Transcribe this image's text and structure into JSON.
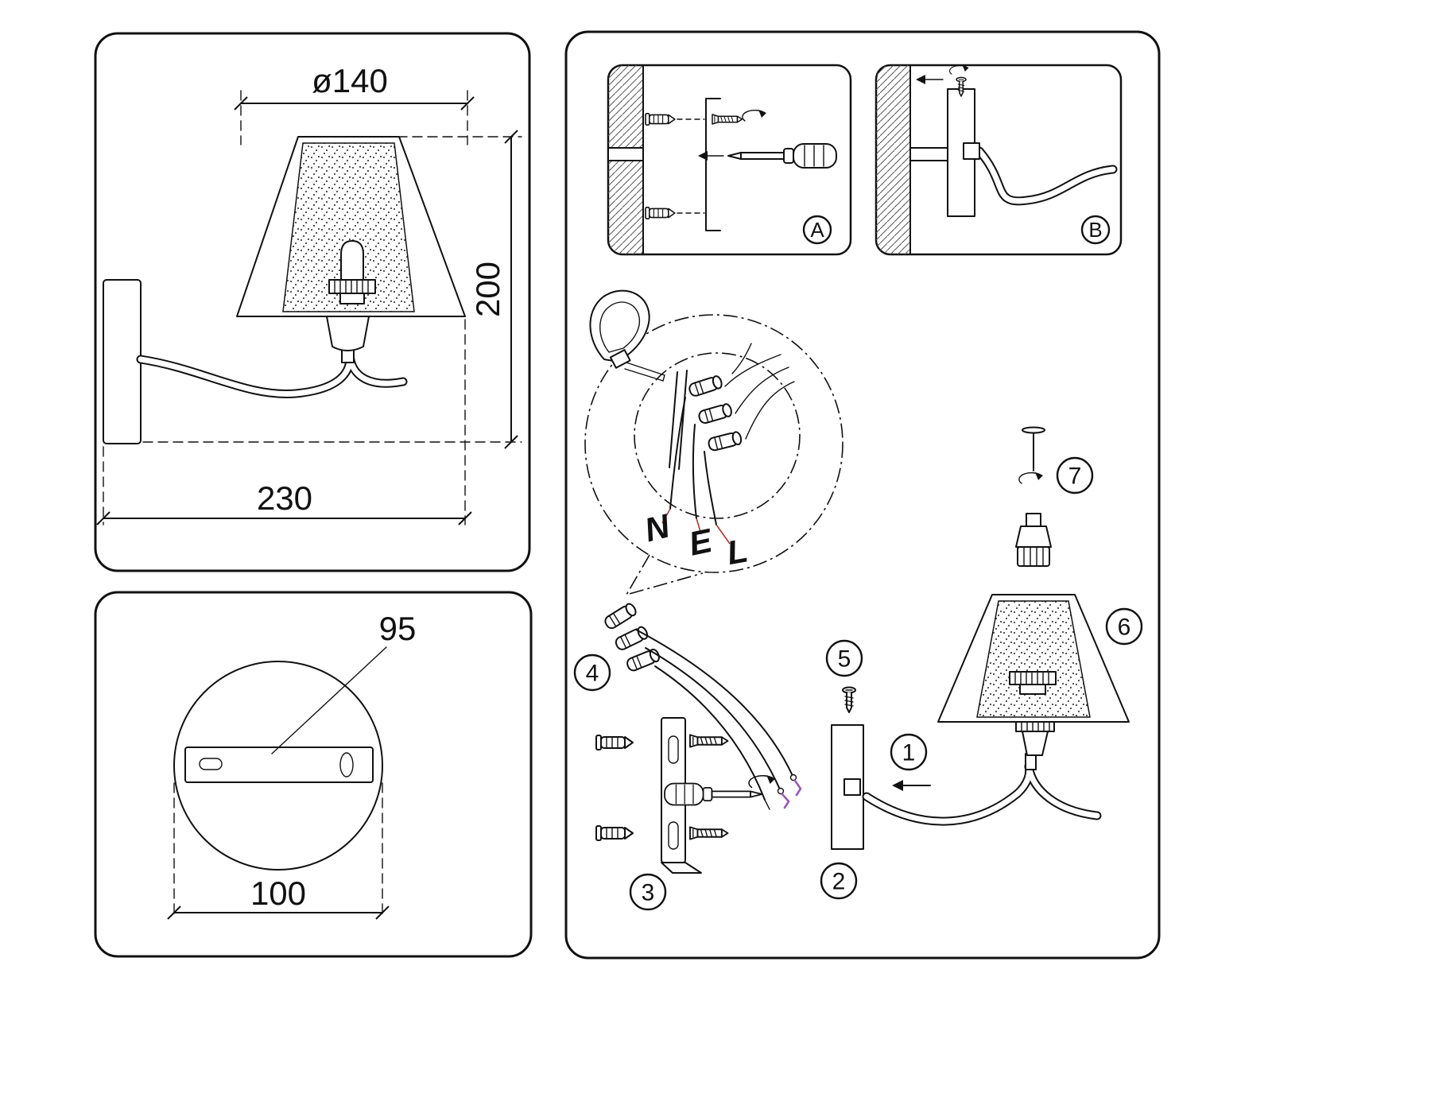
{
  "side_view": {
    "diameter": "ø140",
    "height": "200",
    "depth": "230"
  },
  "backplate": {
    "holes": "95",
    "width": "100"
  },
  "steps": {
    "a": "A",
    "b": "B"
  },
  "wiring": {
    "neutral": "N",
    "earth": "E",
    "live": "L"
  },
  "parts": {
    "p1": "1",
    "p2": "2",
    "p3": "3",
    "p4": "4",
    "p5": "5",
    "p6": "6",
    "p7": "7"
  },
  "colors": {
    "line": "#111111",
    "wire_accent": "#9b59b6",
    "leader_accent": "#b03a2e"
  }
}
